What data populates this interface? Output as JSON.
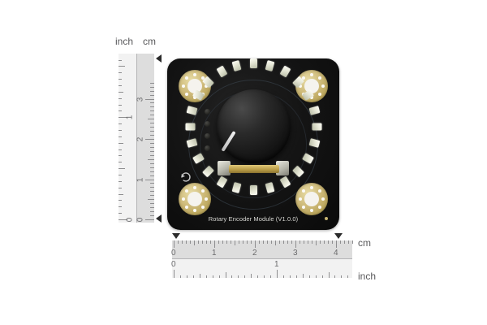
{
  "background_color": "#ffffff",
  "product": {
    "silkscreen_text": "Rotary Encoder Module (V1.0.0)",
    "board_color": "#141414",
    "pad_color": "#cdb978",
    "knob_color": "#161616",
    "led_count": 24,
    "via_count": 4,
    "mounting_pad_count": 4,
    "rotate_icon_name": "rotate-cw-icon"
  },
  "vertical_ruler": {
    "inch_label": "inch",
    "cm_label": "cm",
    "inch_ticks": [
      "0",
      "1"
    ],
    "cm_ticks": [
      "0",
      "1",
      "2",
      "3"
    ],
    "marker_top_name": "triangle-marker-top",
    "marker_bottom_name": "triangle-marker-bottom"
  },
  "horizontal_ruler": {
    "cm_label": "cm",
    "inch_label": "inch",
    "cm_ticks": [
      "0",
      "1",
      "2",
      "3",
      "4"
    ],
    "inch_ticks": [
      "0",
      "1"
    ],
    "marker_left_name": "triangle-marker-left",
    "marker_right_name": "triangle-marker-right"
  }
}
